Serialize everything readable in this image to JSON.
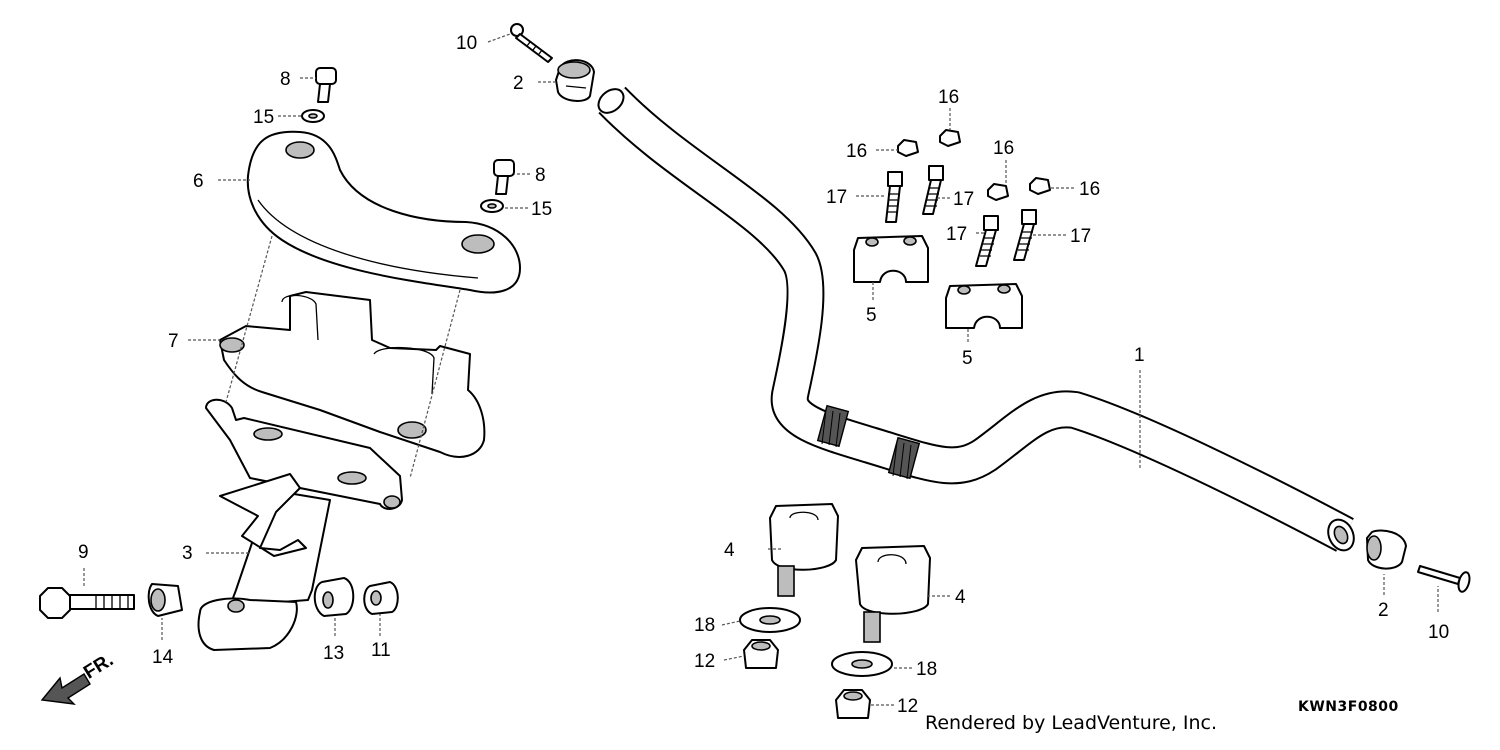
{
  "callouts": {
    "c1": "1",
    "c2a": "2",
    "c2b": "2",
    "c3": "3",
    "c4a": "4",
    "c4b": "4",
    "c5a": "5",
    "c5b": "5",
    "c6": "6",
    "c7": "7",
    "c8a": "8",
    "c8b": "8",
    "c9": "9",
    "c10a": "10",
    "c10b": "10",
    "c11": "11",
    "c12a": "12",
    "c12b": "12",
    "c13": "13",
    "c14": "14",
    "c15a": "15",
    "c15b": "15",
    "c16a": "16",
    "c16b": "16",
    "c16c": "16",
    "c16d": "16",
    "c17a": "17",
    "c17b": "17",
    "c17c": "17",
    "c17d": "17",
    "c18a": "18",
    "c18b": "18"
  },
  "direction_label": "FR.",
  "footer": {
    "rendered_by": "Rendered by LeadVenture, Inc.",
    "diagram_code": "KWN3F0800"
  }
}
